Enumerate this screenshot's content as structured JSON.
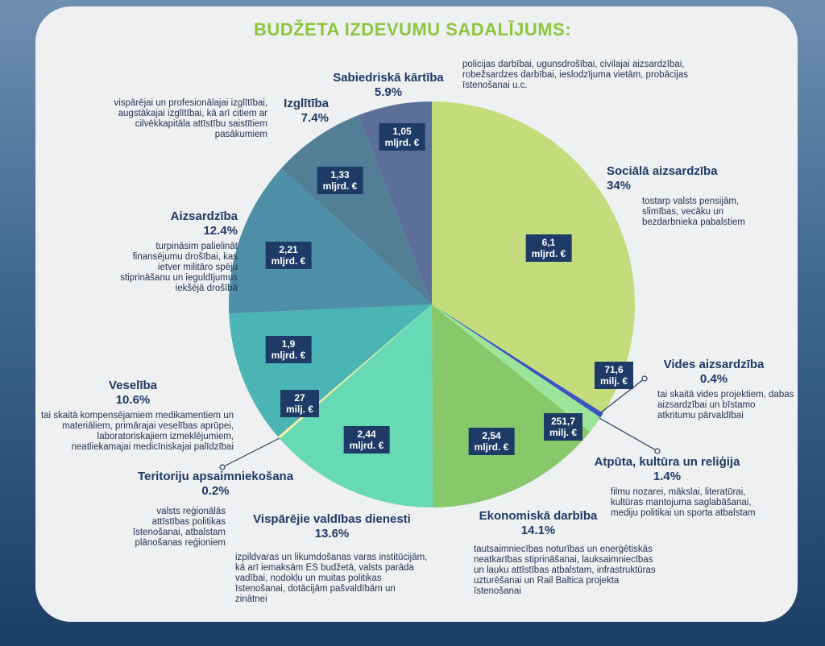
{
  "title": "BUDŽETA IZDEVUMU SADALĪJUMS:",
  "colors": {
    "social": "#c5dc7d",
    "vides": "#3a55c0",
    "atputa": "#9be49a",
    "ekonomika": "#86c86a",
    "valdiba": "#67d9b5",
    "teritorija": "#f5f0a0",
    "veseliba": "#4ab5b4",
    "aizsardziba": "#4d8fa6",
    "izglitiba": "#527e96",
    "kartiba": "#5b6f99"
  },
  "chart_data": {
    "type": "pie",
    "title": "BUDŽETA IZDEVUMU SADALĪJUMS:",
    "slices": [
      {
        "key": "social",
        "name": "Sociālā aizsardzība",
        "percent": 34,
        "value_line1": "6,1",
        "value_line2": "mljrd. €",
        "desc": "tostarp valsts pensijām, slimības, vecāku un bezdarbnieka pabalstiem"
      },
      {
        "key": "vides",
        "name": "Vides aizsardzība",
        "percent": 0.4,
        "value_line1": "71,6",
        "value_line2": "milj. €",
        "desc": "tai skaitā vides projektiem, dabas aizsardzībai un bīstamo atkritumu pārvaldībai"
      },
      {
        "key": "atputa",
        "name": "Atpūta, kultūra un reliģija",
        "percent": 1.4,
        "value_line1": "251,7",
        "value_line2": "milj. €",
        "desc": "filmu nozarei, mākslai, literatūrai, kultūras mantojuma saglabāšanai, mediju politikai un sporta atbalstam"
      },
      {
        "key": "ekonomika",
        "name": "Ekonomiskā darbība",
        "percent": 14.1,
        "value_line1": "2,54",
        "value_line2": "mljrd. €",
        "desc": "tautsaimniecības noturības un enerģētiskās neatkarības stiprināšanai, lauksaimniecības un lauku attīstības atbalstam, infrastruktūras uzturēšanai un Rail Baltica projekta īstenošanai"
      },
      {
        "key": "valdiba",
        "name": "Vispārējie valdības dienesti",
        "percent": 13.6,
        "value_line1": "2,44",
        "value_line2": "mljrd. €",
        "desc": "izpildvaras un likumdošanas varas institūcijām, kā arī iemaksām ES budžetā, valsts parāda vadībai, nodokļu un muitas politikas īstenošanai, dotācijām pašvaldībām un zinātnei"
      },
      {
        "key": "teritorija",
        "name": "Teritoriju apsaimniekošana",
        "percent": 0.2,
        "value_line1": "27",
        "value_line2": "milj. €",
        "desc": "valsts reģionālās attīstības politikas īstenošanai, atbalstam plānošanas reģioniem"
      },
      {
        "key": "veseliba",
        "name": "Veselība",
        "percent": 10.6,
        "value_line1": "1,9",
        "value_line2": "mljrd. €",
        "desc": "tai skaitā kompensējamiem medikamentiem un materiāliem, primārajai veselības aprūpei, laboratoriskajiem izmeklējumiem, neatliekamajai medicīniskajai palīdzībai"
      },
      {
        "key": "aizsardziba",
        "name": "Aizsardzība",
        "percent": 12.4,
        "value_line1": "2,21",
        "value_line2": "mljrd. €",
        "desc": "turpināsim palielināt finansējumu drošībai, kas ietver militāro spēju stiprināšanu un ieguldījumus iekšējā drošībā"
      },
      {
        "key": "izglitiba",
        "name": "Izglītība",
        "percent": 7.4,
        "value_line1": "1,33",
        "value_line2": "mljrd. €",
        "desc": "vispārējai un profesionālajai izglītībai, augstākajai izglītībai, kā arī citiem ar cilvēkkapitāla attīstību saistītiem pasākumiem"
      },
      {
        "key": "kartiba",
        "name": "Sabiedriskā kārtība",
        "percent": 5.9,
        "value_line1": "1,05",
        "value_line2": "mljrd. €",
        "desc": "policijas darbībai, ugunsdrošībai, civilajai aizsardzībai, robežsardzes darbībai, ieslodzījuma vietām, probācijas īstenošanai u.c."
      }
    ]
  },
  "labels": {
    "kartiba_pct": "5.9%",
    "izglitiba_pct": "7.4%",
    "social_pct": "34%",
    "aizsardziba_pct": "12.4%",
    "vides_pct": "0.4%",
    "veseliba_pct": "10.6%",
    "atputa_pct": "1.4%",
    "teritorija_pct": "0.2%",
    "valdiba_pct": "13.6%",
    "ekonomika_pct": "14.1%"
  }
}
